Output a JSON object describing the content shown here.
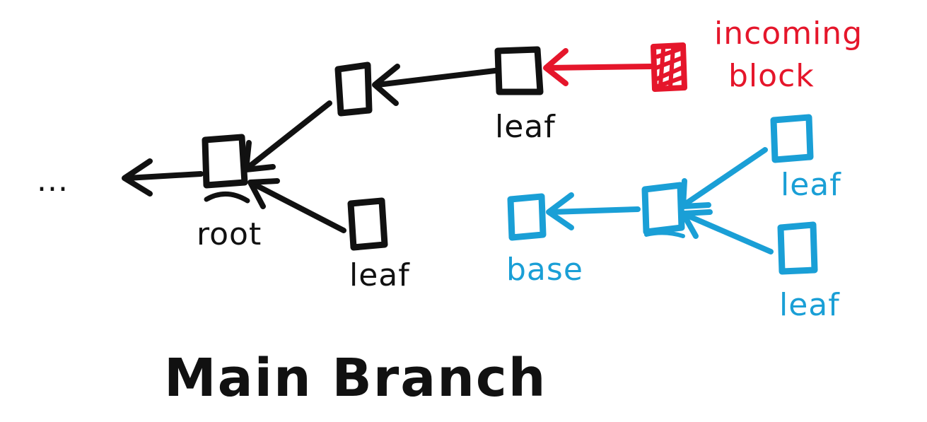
{
  "colors": {
    "main": "#111111",
    "incoming": "#e5162b",
    "side": "#1a9fd6"
  },
  "labels": {
    "incoming": [
      "incoming",
      "block"
    ],
    "main_leaf_top": "leaf",
    "main_leaf_bottom": "leaf",
    "root": "root",
    "ellipsis": "...",
    "base": "base",
    "side_leaf_top": "leaf",
    "side_leaf_bottom": "leaf"
  },
  "title": "Main Branch"
}
